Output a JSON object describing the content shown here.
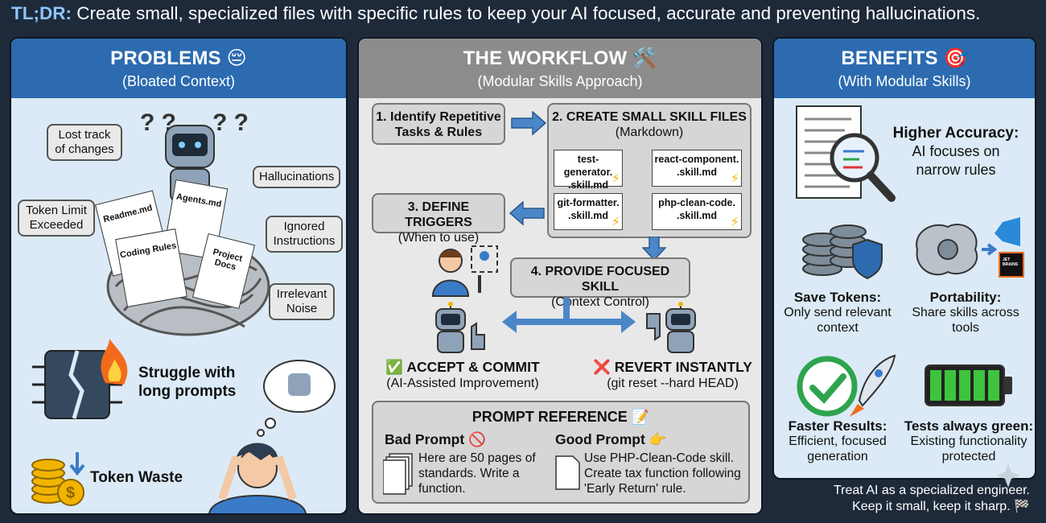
{
  "header": {
    "tldr_label": "TL;DR:",
    "tldr_text": "Create small, specialized files with specific rules to keep your AI focused, accurate and preventing hallucinations."
  },
  "problems": {
    "title": "PROBLEMS 😔",
    "subtitle": "(Bloated Context)",
    "bubbles": {
      "lost_track": "Lost track of changes",
      "hallucinations": "Hallucinations",
      "token_limit": "Token Limit Exceeded",
      "ignored": "Ignored Instructions",
      "irrelevant": "Irrelevant Noise"
    },
    "docs": {
      "readme": "Readme.md",
      "agents": "Agents.md",
      "coding": "Coding Rules",
      "project": "Project Docs"
    },
    "struggle": "Struggle with long prompts",
    "token_waste": "Token Waste"
  },
  "workflow": {
    "title": "THE WORKFLOW 🛠️",
    "subtitle": "(Modular Skills Approach)",
    "step1": "1. Identify Repetitive Tasks & Rules",
    "step2_title": "2. CREATE SMALL SKILL FILES",
    "step2_sub": "(Markdown)",
    "skills": [
      "test-generator. .skill.md",
      "react-component. .skill.md",
      "git-formatter. .skill.md",
      "php-clean-code. .skill.md"
    ],
    "step3_title": "3. DEFINE TRIGGERS",
    "step3_sub": "(When to use)",
    "step4_title": "4. PROVIDE FOCUSED SKILL",
    "step4_sub": "(Context Control)",
    "accept_title": "✅ ACCEPT & COMMIT",
    "accept_sub": "(AI-Assisted Improvement)",
    "revert_title": "❌ REVERT INSTANTLY",
    "revert_sub": "(git reset --hard HEAD)",
    "prompt_ref_title": "PROMPT REFERENCE 📝",
    "bad_title": "Bad Prompt 🚫",
    "bad_text": "Here are 50 pages of standards. Write a function.",
    "good_title": "Good Prompt 👉",
    "good_text": "Use PHP-Clean-Code skill. Create tax function following 'Early Return' rule."
  },
  "benefits": {
    "title": "BENEFITS 🎯",
    "subtitle": "(With Modular Skills)",
    "accuracy_title": "Higher Accuracy:",
    "accuracy_text": "AI focuses on narrow rules",
    "tokens_title": "Save Tokens:",
    "tokens_text": "Only send relevant context",
    "portability_title": "Portability:",
    "portability_text": "Share skills across tools",
    "faster_title": "Faster Results:",
    "faster_text": "Efficient, focused generation",
    "tests_title": "Tests always green:",
    "tests_text": "Existing functionality protected",
    "ide_badge": "JET BRAINS"
  },
  "footer": {
    "line1": "Treat AI as a specialized engineer.",
    "line2": "Keep it small, keep it sharp. 🏁"
  },
  "colors": {
    "blue_header": "#2c6bb0",
    "gray_header": "#8c8c8c",
    "arrow_blue": "#4a86c8",
    "bg": "#1e2a3a"
  }
}
